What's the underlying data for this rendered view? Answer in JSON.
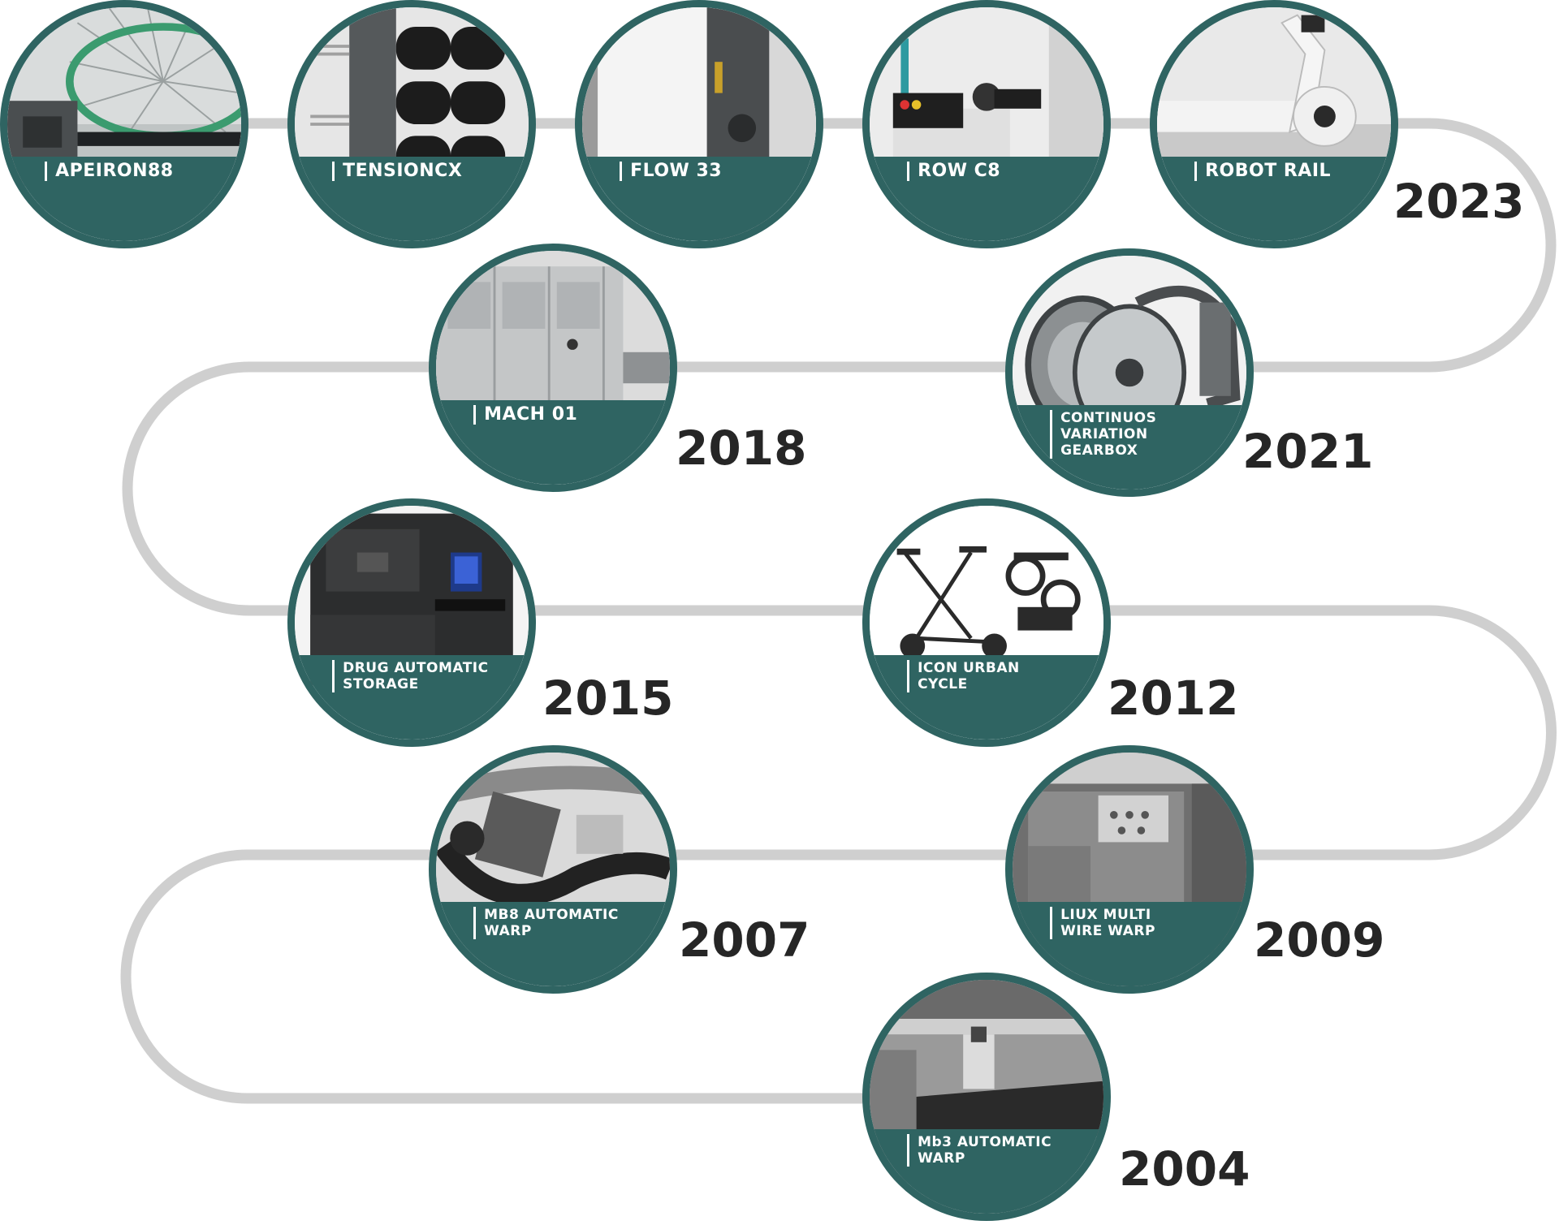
{
  "colors": {
    "accent": "#2f6462",
    "path": "#cfcfcf",
    "year_text": "#262626"
  },
  "products": [
    {
      "label": "APEIRON88",
      "year": "",
      "photo": "radial-spoke-machine"
    },
    {
      "label": "TENSIONCX",
      "year": "",
      "photo": "bobbin-tensioner"
    },
    {
      "label": "FLOW 33",
      "year": "",
      "photo": "vertical-flow-unit"
    },
    {
      "label": "ROW C8",
      "year": "",
      "photo": "cutting-station"
    },
    {
      "label": "ROBOT RAIL",
      "year": "2023",
      "photo": "robot-arm-rail"
    },
    {
      "label": "CONTINUOS VARIATION\nGEARBOX",
      "year": "2021",
      "photo": "cvt-gearbox"
    },
    {
      "label": "MACH 01",
      "year": "2018",
      "photo": "machine-cabinets"
    },
    {
      "label": "DRUG AUTOMATIC\nSTORAGE",
      "year": "2015",
      "photo": "drug-storage-cabinet"
    },
    {
      "label": "ICON URBAN\nCYCLE",
      "year": "2012",
      "photo": "folding-bike"
    },
    {
      "label": "LIUX MULTI\nWIRE WARP",
      "year": "2009",
      "photo": "wire-warp-machine"
    },
    {
      "label": "MB8 AUTOMATIC\nWARP",
      "year": "2007",
      "photo": "mb8-warp-machine"
    },
    {
      "label": "Mb3 AUTOMATIC\nWARP",
      "year": "2004",
      "photo": "mb3-warp-machine"
    }
  ]
}
